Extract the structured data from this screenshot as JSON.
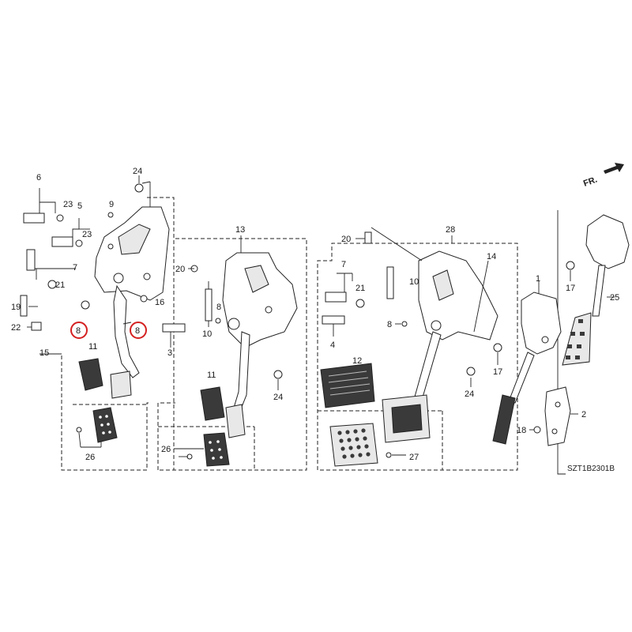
{
  "diagram": {
    "part_numbers": {
      "n1": "1",
      "n2": "2",
      "n3": "3",
      "n4": "4",
      "n5": "5",
      "n6": "6",
      "n7a": "7",
      "n7b": "7",
      "n8a": "8",
      "n8b": "8",
      "n8c": "8",
      "n8d": "8",
      "n9": "9",
      "n10a": "10",
      "n10b": "10",
      "n11a": "11",
      "n11b": "11",
      "n12": "12",
      "n13": "13",
      "n14": "14",
      "n15": "15",
      "n16": "16",
      "n17a": "17",
      "n17b": "17",
      "n18": "18",
      "n19": "19",
      "n20a": "20",
      "n20b": "20",
      "n21a": "21",
      "n21b": "21",
      "n22": "22",
      "n23a": "23",
      "n23b": "23",
      "n24a": "24",
      "n24b": "24",
      "n24c": "24",
      "n25": "25",
      "n26a": "26",
      "n26b": "26",
      "n27": "27",
      "n28": "28"
    },
    "direction_label": "FR.",
    "diagram_code": "SZT1B2301B",
    "highlight_color": "#d42020"
  }
}
